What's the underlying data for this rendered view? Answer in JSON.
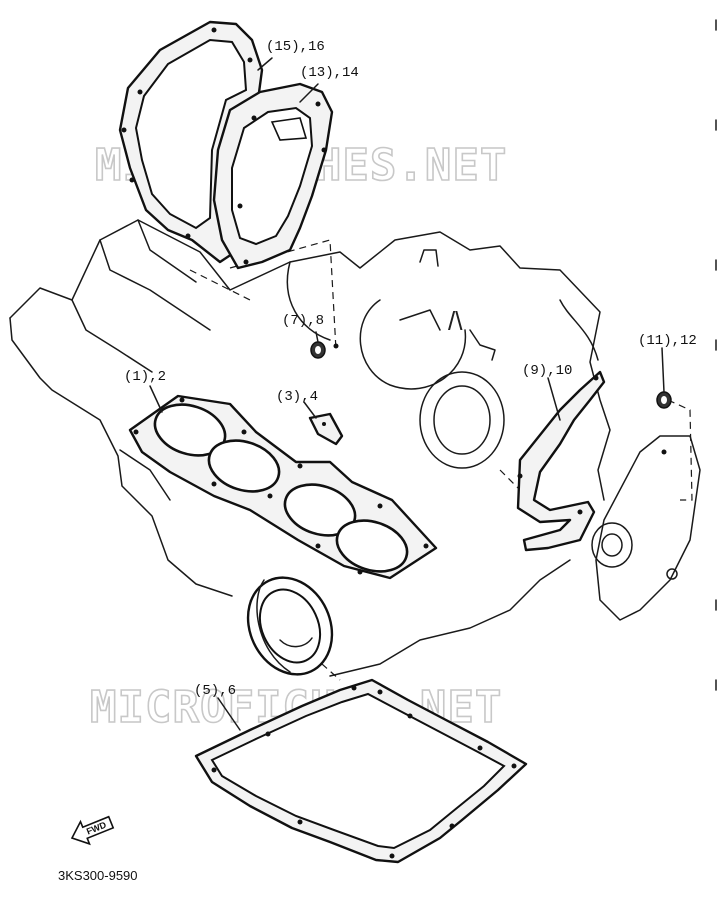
{
  "watermark": {
    "text": "MICROFICHES.NET",
    "color": "#c8c8c8"
  },
  "parts": [
    {
      "id": "p15",
      "label": "(15),16",
      "name": "crankcase-cover-gasket-left"
    },
    {
      "id": "p13",
      "label": "(13),14",
      "name": "generator-cover-gasket"
    },
    {
      "id": "p7",
      "label": "(7),8",
      "name": "seal-washer"
    },
    {
      "id": "p1",
      "label": "(1),2",
      "name": "cylinder-gasket"
    },
    {
      "id": "p3",
      "label": "(3),4",
      "name": "small-gasket"
    },
    {
      "id": "p9",
      "label": "(9),10",
      "name": "cover-gasket-right"
    },
    {
      "id": "p11",
      "label": "(11),12",
      "name": "oil-seal"
    },
    {
      "id": "p5",
      "label": "(5),6",
      "name": "oil-pan-gasket"
    }
  ],
  "fwd_label": "FWD",
  "diagram_code": "3KS300-9590",
  "colors": {
    "ink": "#141414",
    "paper": "#ffffff"
  }
}
